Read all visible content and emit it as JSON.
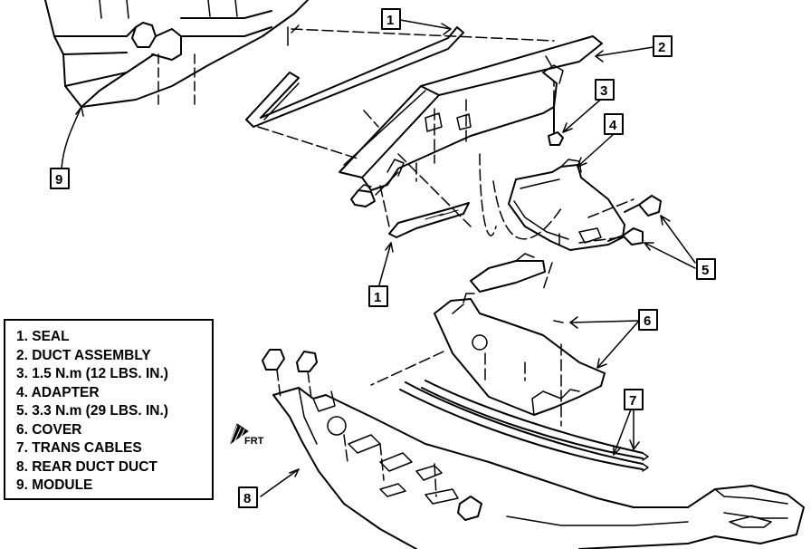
{
  "callouts": {
    "c1_top": "1",
    "c2": "2",
    "c3": "3",
    "c4": "4",
    "c9": "9",
    "c5": "5",
    "c1_bottom": "1",
    "c6": "6",
    "c7": "7",
    "c8": "8"
  },
  "legend": {
    "items": [
      "1. SEAL",
      "2. DUCT ASSEMBLY",
      "3. 1.5 N.m (12 LBS. IN.)",
      "4. ADAPTER",
      "5. 3.3 N.m (29 LBS.  IN.)",
      "6. COVER",
      "7. TRANS CABLES",
      "8. REAR DUCT DUCT",
      "9. MODULE"
    ]
  },
  "direction": {
    "label": "FRT"
  }
}
